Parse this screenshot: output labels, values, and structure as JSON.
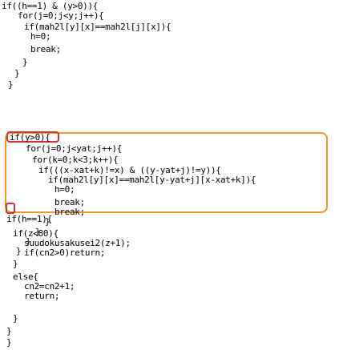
{
  "code_lines": [
    "if((h==1) & (y>0)){",
    "for(j=0;j<y;j++){",
    "if(mah2l[y][x]==mah2l[j][x]){",
    "h=0;",
    "break;",
    "}",
    "}",
    "}",
    "if(y>0){",
    "for(j=0;j<yat;j++){",
    "for(k=0;k<3;k++){",
    "if(((x-xat+k)!=x) & ((y-yat+j)!=y)){",
    "if(mah2l[y][x]==mah2l[y-yat+j][x-xat+k]){",
    "h=0;",
    "break;",
    "break;",
    "}",
    "}",
    "}",
    "}",
    "if(h==1){",
    "if(z<80){",
    "suudokusakusei2(z+1);",
    "if(cn2>0)return;",
    "}",
    "else{",
    "cn2=cn2+1;",
    "return;",
    "}",
    "}",
    "}"
  ],
  "highlight_colors": {
    "region_outline": "#f39a2b",
    "marker_outline": "#d0343a"
  }
}
